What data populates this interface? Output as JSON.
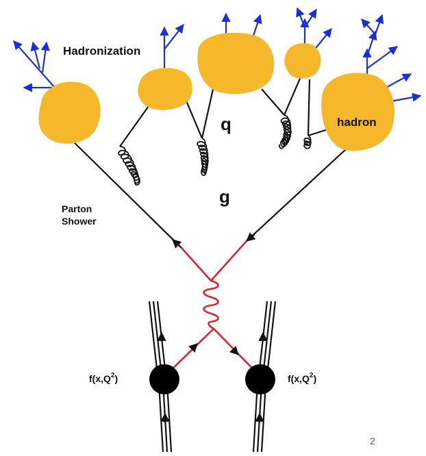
{
  "labels": {
    "hadronization": "Hadronization",
    "parton_shower_1": "Parton",
    "parton_shower_2": "Shower",
    "quark": "q",
    "gluon": "g",
    "hadron": "hadron",
    "pdf_left": "f(x,Q",
    "pdf_left_sup": "2",
    "pdf_left_close": ")",
    "pdf_right": "f(x,Q",
    "pdf_right_sup": "2",
    "pdf_right_close": ")",
    "page_number": "2"
  },
  "colors": {
    "hadron_blob": "#f5b82a",
    "hard_process": "#e0202a",
    "final_particles": "#1a2fd6",
    "parton_lines": "#111111"
  }
}
